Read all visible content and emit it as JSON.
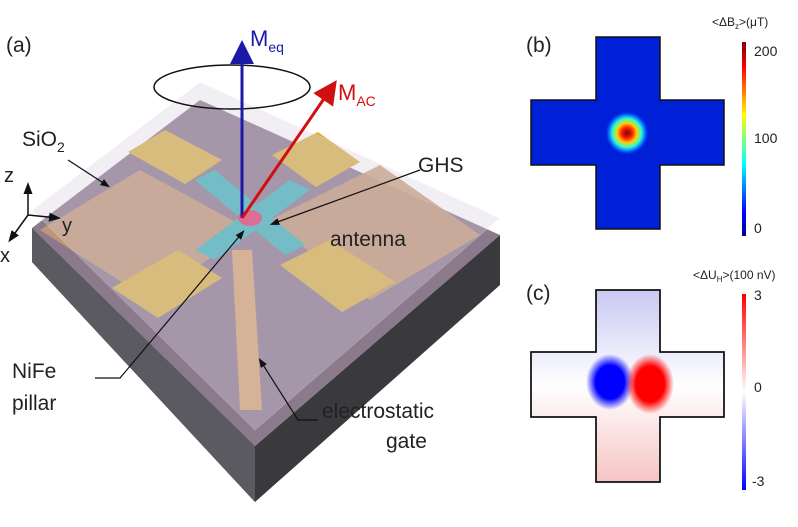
{
  "panel_a": {
    "label": "(a)",
    "m_eq": "M",
    "m_eq_sub": "eq",
    "m_ac": "M",
    "m_ac_sub": "AC",
    "sio2": "SiO",
    "sio2_sub": "2",
    "ghs": "GHS",
    "antenna": "antenna",
    "nife_line1": "NiFe",
    "nife_line2": "pillar",
    "gate_line1": "electrostatic",
    "gate_line2": "gate",
    "axis_z": "z",
    "axis_y": "y",
    "axis_x": "x"
  },
  "panel_b": {
    "label": "(b)",
    "colorbar_title_pre": "<ΔB",
    "colorbar_title_sub": "z",
    "colorbar_title_post": ">(μT)",
    "ticks": [
      "200",
      "100",
      "0"
    ]
  },
  "panel_c": {
    "label": "(c)",
    "colorbar_title_pre": "<ΔU",
    "colorbar_title_sub": "H",
    "colorbar_title_post": ">(100 nV)",
    "ticks": [
      "3",
      "0",
      "-3"
    ]
  },
  "colors": {
    "meq": "#1a1aa6",
    "mac": "#d01010",
    "gold": "#d9b24a",
    "ghs": "#3fb2b8"
  }
}
